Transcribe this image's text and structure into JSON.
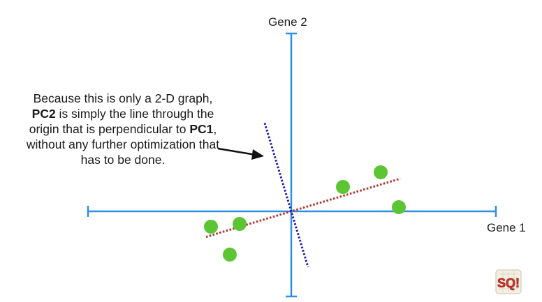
{
  "chart_data": {
    "type": "scatter",
    "x_axis_label": "Gene 1",
    "y_axis_label": "Gene 2",
    "points": [
      {
        "x": -1.15,
        "y": -0.22
      },
      {
        "x": -0.74,
        "y": -0.18
      },
      {
        "x": -0.88,
        "y": -0.62
      },
      {
        "x": 0.74,
        "y": 0.35
      },
      {
        "x": 1.28,
        "y": 0.56
      },
      {
        "x": 1.54,
        "y": 0.06
      }
    ],
    "pc1_slope": 0.3,
    "pc2_slope": -3.33,
    "point_color": "#5cc534",
    "axis_color": "#2f8fe0",
    "pc1_color": "#b0302a",
    "pc2_color": "#1a1fb0"
  },
  "annotation": {
    "part1": "Because this is only a 2-D graph, ",
    "pc2": "PC2",
    "part2": " is simply the line through the origin that is perpendicular to ",
    "pc1": "PC1",
    "part3": ", without any further optimization that has to be done."
  },
  "logo": {
    "text": "SQ!",
    "icon": "statquest-logo-icon"
  }
}
